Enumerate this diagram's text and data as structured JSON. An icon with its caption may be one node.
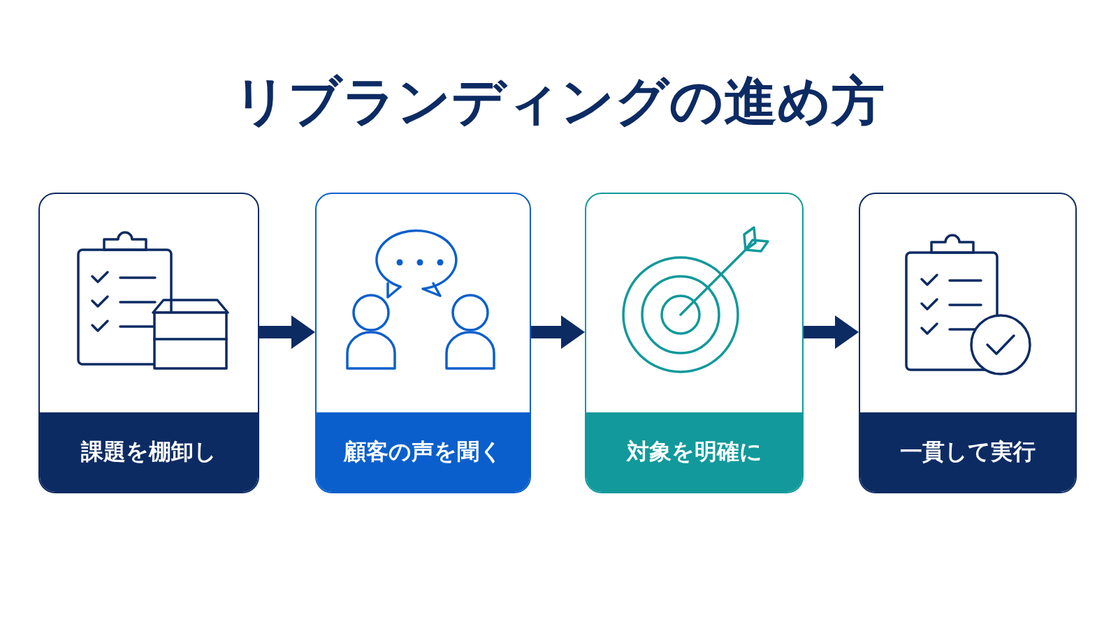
{
  "diagram": {
    "title": "リブランディングの進め方",
    "nodes": [
      {
        "text": [
          "課題を棚卸し"
        ]
      },
      {
        "text": [
          "顧客の声を聞く"
        ]
      },
      {
        "text": [
          "対象を明確に"
        ]
      },
      {
        "text": [
          "一貫して実行"
        ]
      }
    ],
    "edges": [
      {
        "from": 0,
        "to": 1,
        "arrow": "to"
      },
      {
        "from": 1,
        "to": 2,
        "arrow": "to"
      },
      {
        "from": 2,
        "to": 3,
        "arrow": "to"
      }
    ]
  }
}
